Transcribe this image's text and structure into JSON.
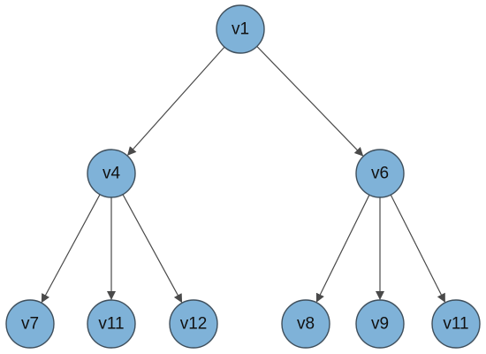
{
  "diagram": {
    "type": "tree",
    "nodes": [
      {
        "id": "n1",
        "label": "v1"
      },
      {
        "id": "n4",
        "label": "v4"
      },
      {
        "id": "n6",
        "label": "v6"
      },
      {
        "id": "n7",
        "label": "v7"
      },
      {
        "id": "n11a",
        "label": "v11"
      },
      {
        "id": "n12",
        "label": "v12"
      },
      {
        "id": "n8",
        "label": "v8"
      },
      {
        "id": "n9",
        "label": "v9"
      },
      {
        "id": "n11b",
        "label": "v11"
      }
    ],
    "edges": [
      {
        "from": "n1",
        "to": "n4"
      },
      {
        "from": "n1",
        "to": "n6"
      },
      {
        "from": "n4",
        "to": "n7"
      },
      {
        "from": "n4",
        "to": "n11a"
      },
      {
        "from": "n4",
        "to": "n12"
      },
      {
        "from": "n6",
        "to": "n8"
      },
      {
        "from": "n6",
        "to": "n9"
      },
      {
        "from": "n6",
        "to": "n11b"
      }
    ],
    "colors": {
      "node_fill": "#7fb2d8",
      "node_stroke": "#3f4f5c",
      "edge": "#4a4a4a"
    }
  }
}
